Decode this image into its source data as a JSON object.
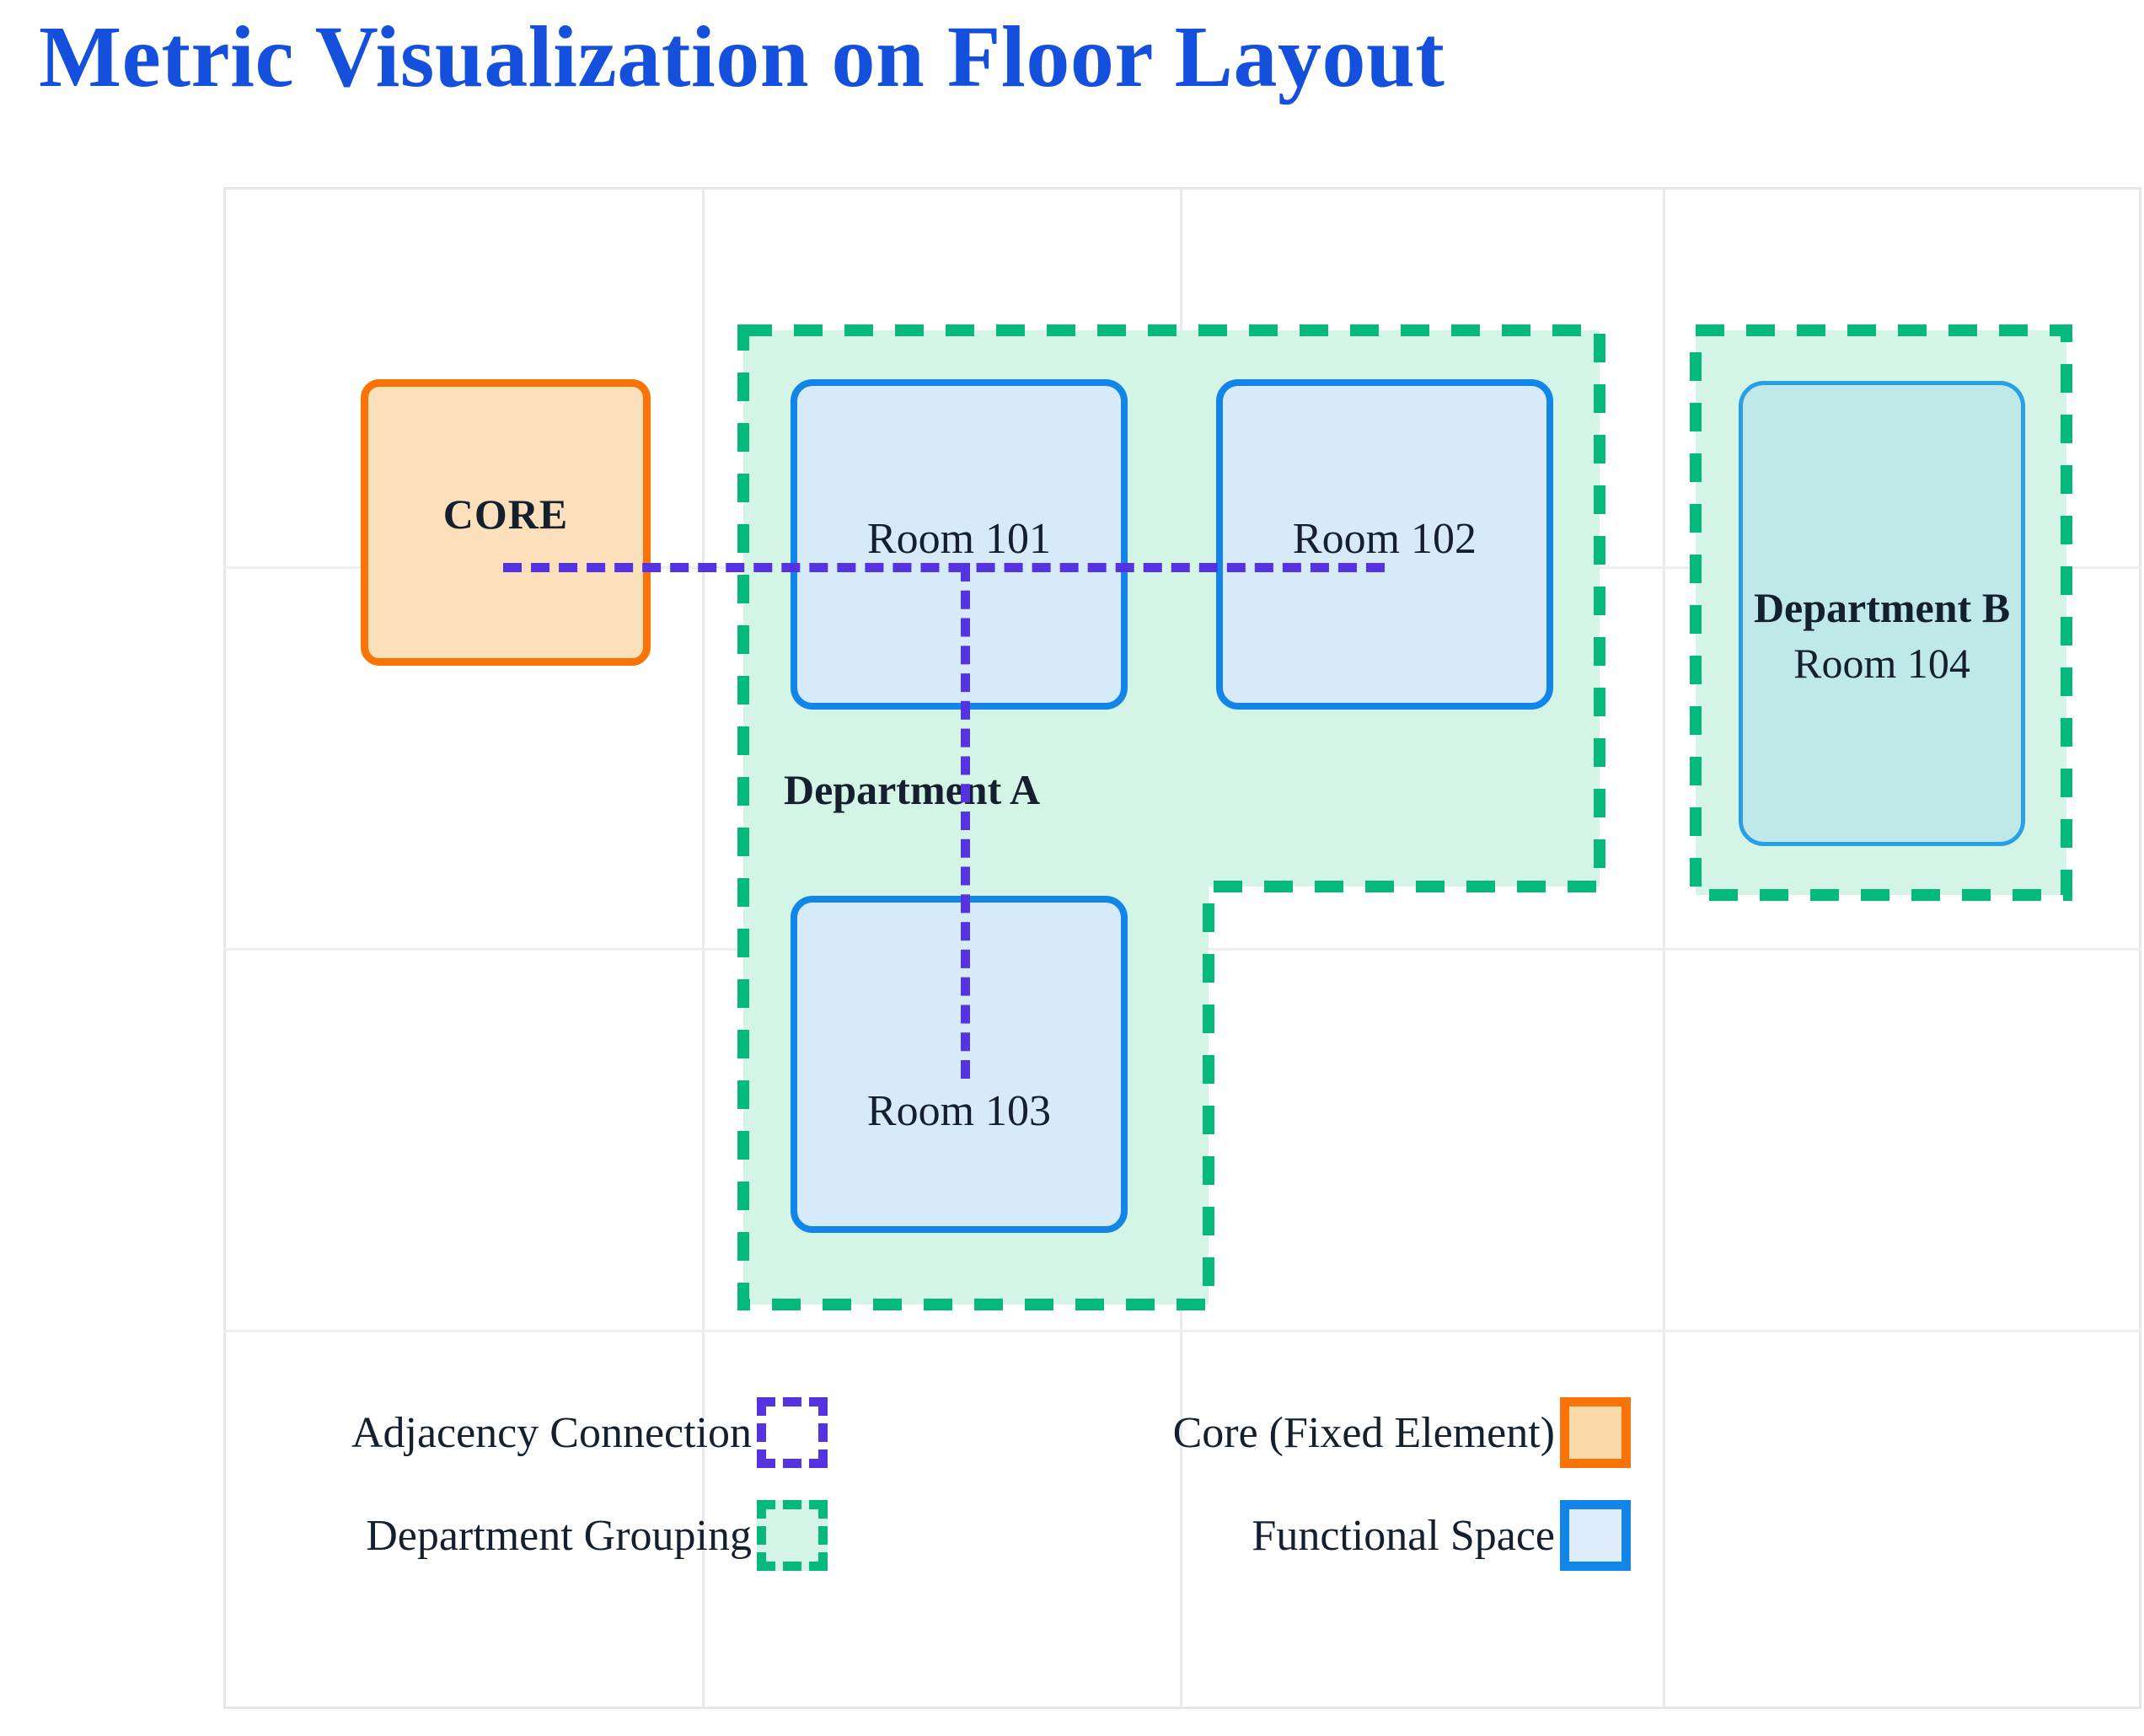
{
  "title": "Metric Visualization on Floor Layout",
  "colors": {
    "title": "#1550dd",
    "core_border": "#f97306",
    "core_fill": "#fce0bb",
    "room_border": "#1285e8",
    "room_fill": "#d7eafa",
    "dept_border": "#05b87c",
    "dept_fill": "#d4f5e6",
    "adjacency": "#5533e0",
    "grid": "#e8eaee",
    "text": "#15202e"
  },
  "core": {
    "label": "CORE"
  },
  "departments": [
    {
      "name": "department-a",
      "label": "Department A",
      "shape": "l-shape"
    },
    {
      "name": "department-b",
      "label": "Department B",
      "room_label": "Room 104",
      "shape": "rectangle"
    }
  ],
  "rooms": [
    {
      "id": "room-101",
      "label": "Room 101",
      "department": "Department A"
    },
    {
      "id": "room-102",
      "label": "Room 102",
      "department": "Department A"
    },
    {
      "id": "room-103",
      "label": "Room 103",
      "department": "Department A"
    },
    {
      "id": "room-104",
      "label": "Room 104",
      "department": "Department B"
    }
  ],
  "adjacency_connections": [
    {
      "from": "CORE",
      "to": "Room 102",
      "orientation": "horizontal"
    },
    {
      "from": "Room 101",
      "to": "Room 103",
      "orientation": "vertical"
    }
  ],
  "legend": {
    "left": [
      {
        "label": "Adjacency Connection",
        "swatch": "purple-dashed-square"
      },
      {
        "label": "Department Grouping",
        "swatch": "green-dashed-square"
      }
    ],
    "right": [
      {
        "label": "Core (Fixed Element)",
        "swatch": "orange-solid-square"
      },
      {
        "label": "Functional Space",
        "swatch": "blue-solid-square"
      }
    ]
  }
}
